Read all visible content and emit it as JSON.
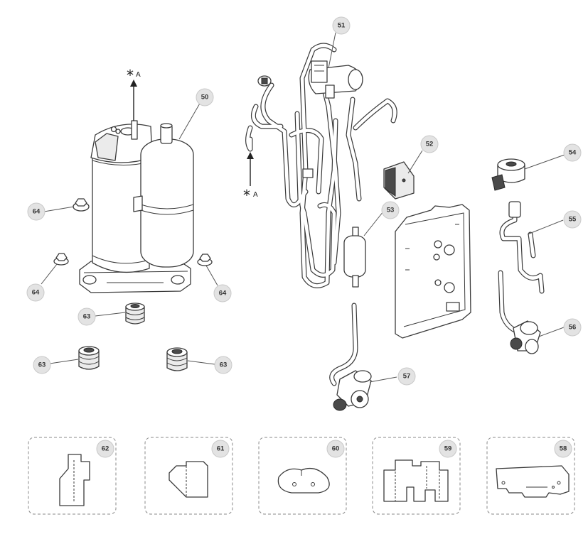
{
  "callouts": {
    "c50": "50",
    "c51": "51",
    "c52": "52",
    "c53": "53",
    "c54": "54",
    "c55": "55",
    "c56": "56",
    "c57": "57",
    "c58": "58",
    "c59": "59",
    "c60": "60",
    "c61": "61",
    "c62": "62",
    "c63a": "63",
    "c63b": "63",
    "c63c": "63",
    "c64a": "64",
    "c64b": "64",
    "c64c": "64"
  },
  "connection_marker": {
    "symbol_top": "*",
    "label_top": "A",
    "symbol_bottom": "*",
    "label_bottom": "A"
  },
  "colors": {
    "line": "#3a3a3a",
    "callout_fill": "#e3e3e3",
    "box_border": "#8a8a8a"
  }
}
